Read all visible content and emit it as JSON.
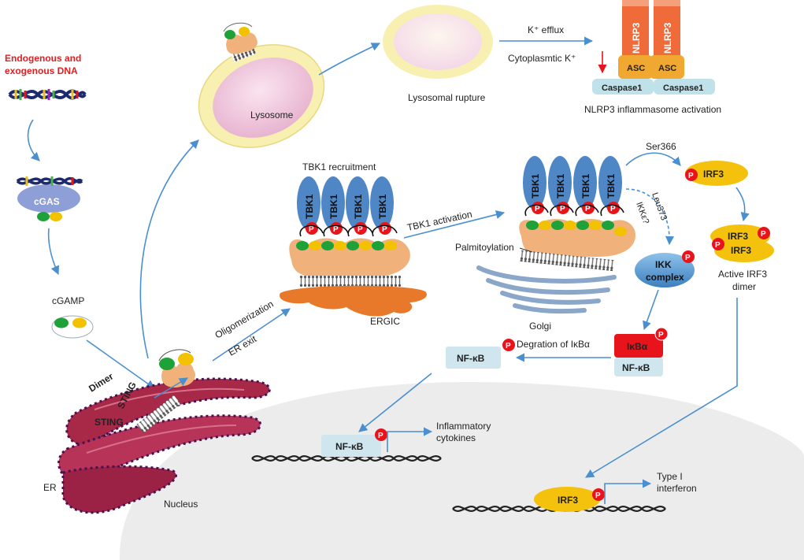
{
  "labels": {
    "dna_source": [
      "Endogenous and",
      "exogenous DNA"
    ],
    "cgas": "cGAS",
    "cgamp": "cGAMP",
    "dimer": "Dimer",
    "sting": "STING",
    "er": "ER",
    "nucleus": "Nucleus",
    "lysosome": "Lysosome",
    "lysosomal_rupture": "Lysosomal rupture",
    "k_efflux": "K⁺ efflux",
    "cytoplasmic_k": "Cytoplasmtic K⁺",
    "nlrp3": "NLRP3",
    "asc": "ASC",
    "caspase1": "Caspase1",
    "nlrp3_activation": "NLRP3 inflammasome activation",
    "tbk1_recruitment": "TBK1 recruitment",
    "tbk1": "TBK1",
    "p": "P",
    "ergic": "ERGIC",
    "oligomerization": "Oligomerization",
    "er_exit": "ER exit",
    "tbk1_activation": "TBK1 activation",
    "palmitoylation": "Palmitoylation",
    "golgi": "Golgi",
    "ser366": "Ser366",
    "leu373": "Leu373",
    "ikke": "IKKε?",
    "irf3": "IRF3",
    "ikk_complex": [
      "IKK",
      "complex"
    ],
    "active_irf3": [
      "Active IRF3",
      "dimer"
    ],
    "ikba": "IκBα",
    "nfkb": "NF-κB",
    "degradation": "Degration of IκBα",
    "inflammatory": [
      "Inflammatory",
      "cytokines"
    ],
    "type1_ifn": [
      "Type I",
      "interferon"
    ]
  },
  "colors": {
    "dna_source_text": "#e02020",
    "arrow": "#4a8fd0",
    "sting": "#f0b27a",
    "tbk1": "#4f86c6",
    "phospho": "#e8141c",
    "ligand_green": "#1fa13a",
    "ligand_yellow": "#f2c200",
    "irf3": "#f4c20d",
    "nlrp3": "#ef6c3a",
    "asc": "#f0a830",
    "caspase": "#bfe2ea",
    "nfkb": "#cfe6ee",
    "ikba": "#e8141c",
    "ikk": "#4a8fd0",
    "ergic": "#e8782a",
    "er": "#a82848",
    "lysosome_inner": "#f0c6dc",
    "lysosome_rim": "#f8f0b0",
    "nucleus": "#ececec"
  },
  "icons": [
    "dna-helix-icon",
    "cgas-enzyme-icon",
    "cgamp-molecule-icon",
    "sting-dimer-icon",
    "tbk1-icon",
    "phosphate-icon",
    "irf3-icon",
    "ikk-complex-icon",
    "golgi-icon",
    "er-icon",
    "lysosome-icon",
    "inflammasome-icon"
  ]
}
